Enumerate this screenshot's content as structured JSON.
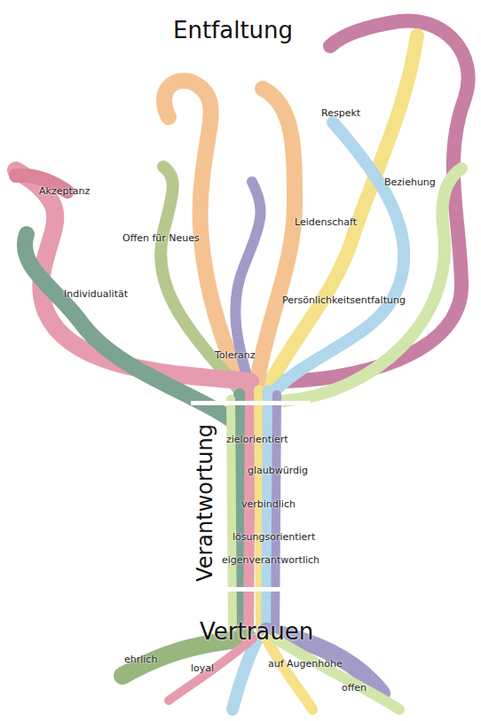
{
  "diagram": {
    "labels": [
      "Entfaltung",
      "Respekt",
      "Beziehung",
      "Akzeptanz",
      "Leidenschaft",
      "Offen für Neues",
      "Individualität",
      "Persönlichkeitsentfaltung",
      "Toleranz",
      "Verantwortung",
      "zielorientiert",
      "glaubwürdig",
      "verbindlich",
      "lösungsorientiert",
      "eigenverantwortlich",
      "Vertrauen",
      "ehrlich",
      "loyal",
      "auf Augenhöhe",
      "offen"
    ]
  }
}
